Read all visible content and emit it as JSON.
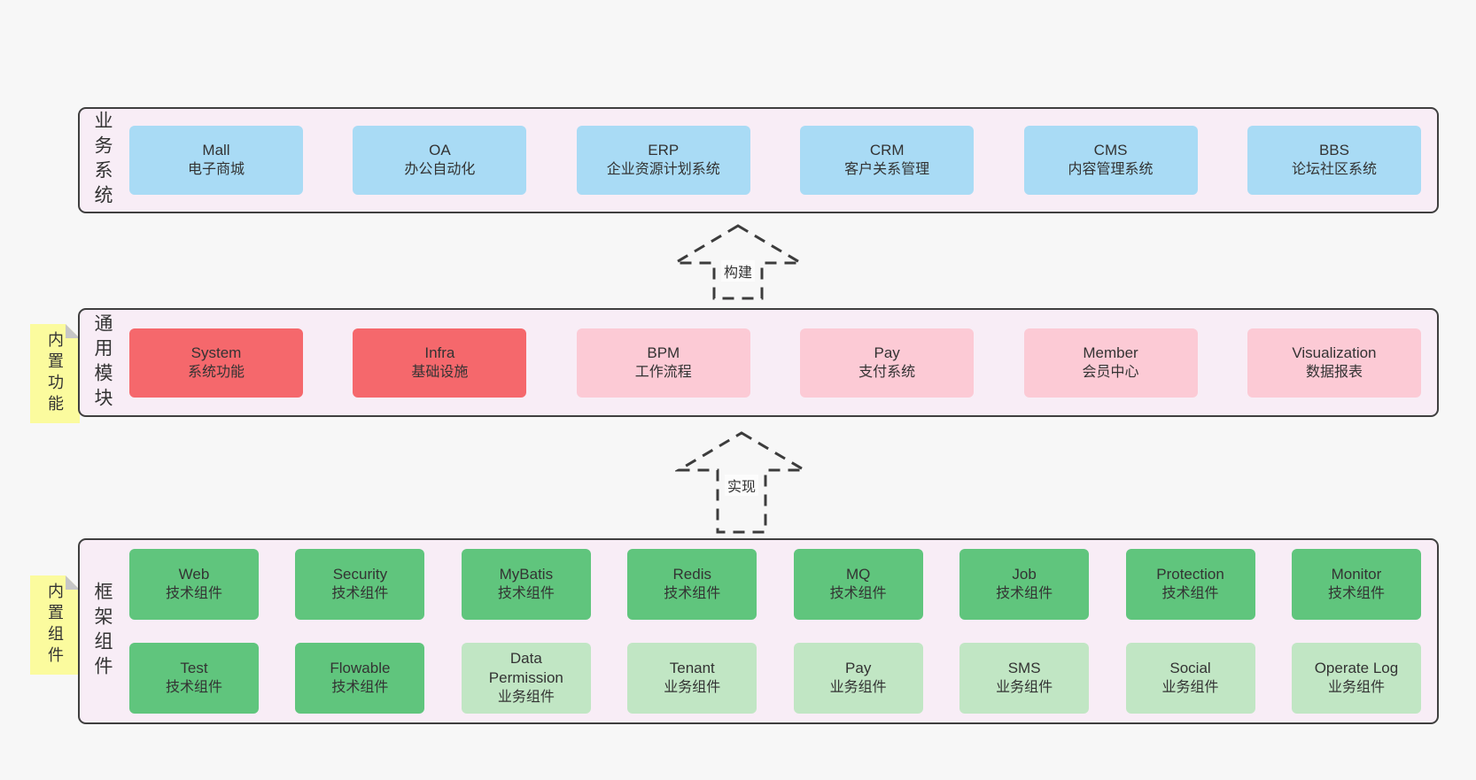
{
  "layers": [
    {
      "label": "业务系统",
      "rows": [
        [
          {
            "name": "Mall",
            "sub": "电子商城",
            "variant": "blue"
          },
          {
            "name": "OA",
            "sub": "办公自动化",
            "variant": "blue"
          },
          {
            "name": "ERP",
            "sub": "企业资源计划系统",
            "variant": "blue"
          },
          {
            "name": "CRM",
            "sub": "客户关系管理",
            "variant": "blue"
          },
          {
            "name": "CMS",
            "sub": "内容管理系统",
            "variant": "blue"
          },
          {
            "name": "BBS",
            "sub": "论坛社区系统",
            "variant": "blue"
          }
        ]
      ]
    },
    {
      "label": "通用模块",
      "sticky": "内置功能",
      "rows": [
        [
          {
            "name": "System",
            "sub": "系统功能",
            "variant": "red"
          },
          {
            "name": "Infra",
            "sub": "基础设施",
            "variant": "red"
          },
          {
            "name": "BPM",
            "sub": "工作流程",
            "variant": "pink"
          },
          {
            "name": "Pay",
            "sub": "支付系统",
            "variant": "pink"
          },
          {
            "name": "Member",
            "sub": "会员中心",
            "variant": "pink"
          },
          {
            "name": "Visualization",
            "sub": "数据报表",
            "variant": "pink"
          }
        ]
      ]
    },
    {
      "label": "框架组件",
      "sticky": "内置组件",
      "rows": [
        [
          {
            "name": "Web",
            "sub": "技术组件",
            "variant": "green"
          },
          {
            "name": "Security",
            "sub": "技术组件",
            "variant": "green"
          },
          {
            "name": "MyBatis",
            "sub": "技术组件",
            "variant": "green"
          },
          {
            "name": "Redis",
            "sub": "技术组件",
            "variant": "green"
          },
          {
            "name": "MQ",
            "sub": "技术组件",
            "variant": "green"
          },
          {
            "name": "Job",
            "sub": "技术组件",
            "variant": "green"
          },
          {
            "name": "Protection",
            "sub": "技术组件",
            "variant": "green"
          },
          {
            "name": "Monitor",
            "sub": "技术组件",
            "variant": "green"
          }
        ],
        [
          {
            "name": "Test",
            "sub": "技术组件",
            "variant": "green"
          },
          {
            "name": "Flowable",
            "sub": "技术组件",
            "variant": "green"
          },
          {
            "name": "Data Permission",
            "sub": "业务组件",
            "variant": "lightgreen"
          },
          {
            "name": "Tenant",
            "sub": "业务组件",
            "variant": "lightgreen"
          },
          {
            "name": "Pay",
            "sub": "业务组件",
            "variant": "lightgreen"
          },
          {
            "name": "SMS",
            "sub": "业务组件",
            "variant": "lightgreen"
          },
          {
            "name": "Social",
            "sub": "业务组件",
            "variant": "lightgreen"
          },
          {
            "name": "Operate Log",
            "sub": "业务组件",
            "variant": "lightgreen"
          }
        ]
      ]
    }
  ],
  "arrows": [
    {
      "label": "构建"
    },
    {
      "label": "实现"
    }
  ],
  "colors": {
    "blue": "#a9dbf5",
    "red": "#f5686c",
    "pink": "#fccad5",
    "green": "#60c57d",
    "light_green": "#c1e6c4",
    "sticky_yellow": "#fbfb9e",
    "panel_background": "#f8edf6",
    "panel_border": "#3f3f3f",
    "page_background": "#f7f7f7",
    "text": "#333333"
  }
}
